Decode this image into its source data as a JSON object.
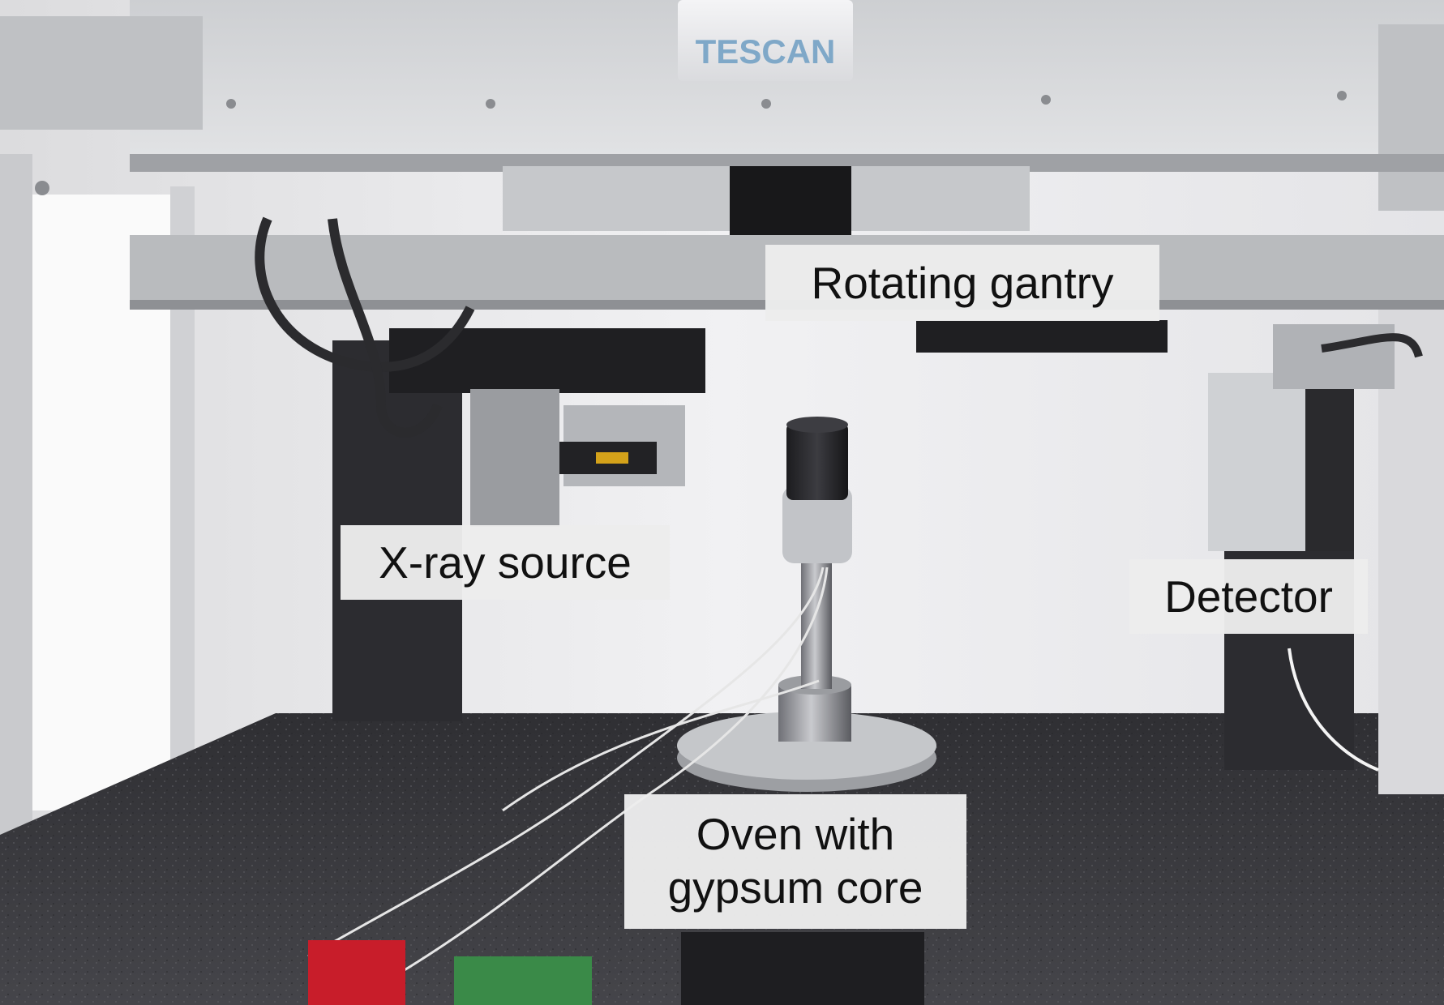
{
  "image": {
    "kind": "annotated photograph",
    "subject_colors": {
      "housing": "#d7d8da",
      "wall": "#eaeaec",
      "floor": "#3a3a3e",
      "window": "#fafafa",
      "brand_plate_text": "#7fa8c8"
    }
  },
  "brand": {
    "text": "TESCAN"
  },
  "labels": {
    "rotating_gantry": "Rotating gantry",
    "xray_source": "X-ray source",
    "detector": "Detector",
    "oven_line1": "Oven with",
    "oven_line2": "gypsum core"
  }
}
